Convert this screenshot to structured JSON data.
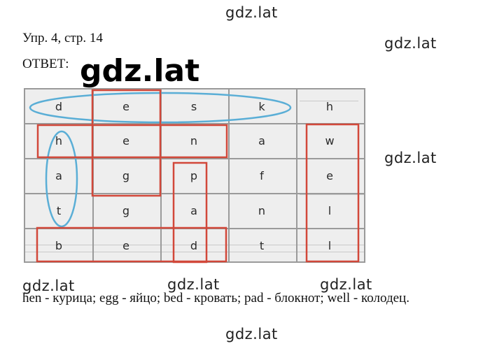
{
  "watermarks": {
    "top": "gdz.lat",
    "right_upper": "gdz.lat",
    "answer_big": "gdz.lat",
    "right_middle": "gdz.lat",
    "left_lower": "gdz.lat",
    "center_lower": "gdz.lat",
    "right_lower": "gdz.lat",
    "bottom": "gdz.lat"
  },
  "exercise_ref": "Упр. 4, стр. 14",
  "answer_label": "ОТВЕТ:",
  "grid": {
    "rows": [
      [
        "d",
        "e",
        "s",
        "k",
        "h"
      ],
      [
        "h",
        "e",
        "n",
        "a",
        "w"
      ],
      [
        "a",
        "g",
        "p",
        "f",
        "e"
      ],
      [
        "t",
        "g",
        "a",
        "n",
        "l"
      ],
      [
        "b",
        "e",
        "d",
        "t",
        "l"
      ]
    ]
  },
  "colors": {
    "circle": "#5aaed6",
    "box": "#d2483a"
  },
  "translation": "hen - курица; egg - яйцо; bed - кровать; pad - блокнот; well - колодец."
}
